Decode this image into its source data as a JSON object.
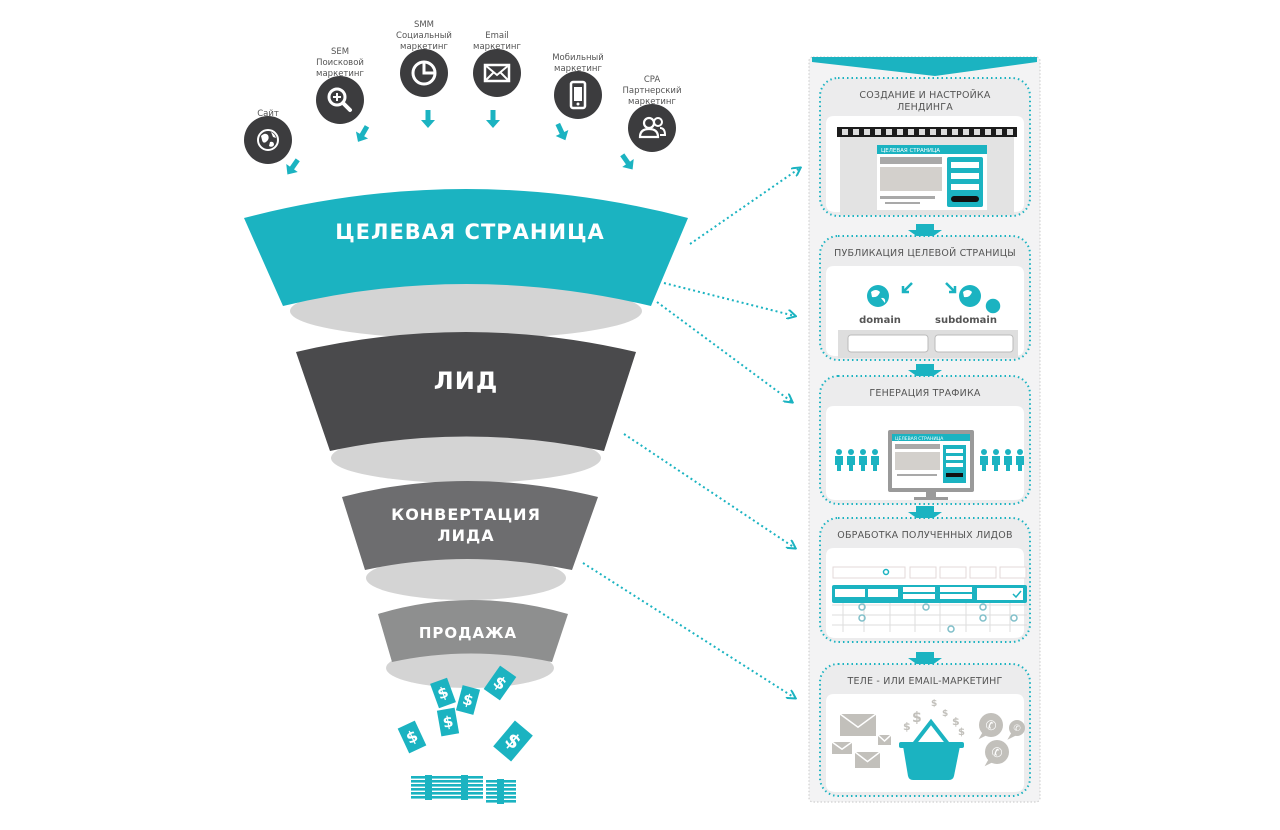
{
  "colors": {
    "teal": "#1bb3c1",
    "teal_dark": "#149aa6",
    "dark_gray": "#4a4a4c",
    "mid_gray": "#6d6d6f",
    "light_gray": "#8e8f8f",
    "disc_gray": "#d4d4d4",
    "icon_circle": "#3c3c3e",
    "panel_bg": "#f1f1f2"
  },
  "sources": [
    {
      "id": "site",
      "icon": "globe-icon",
      "label_lines": [
        "Сайт"
      ]
    },
    {
      "id": "sem",
      "icon": "magnifier-plus-icon",
      "label_lines": [
        "SEM",
        "Поисковой",
        "маркетинг"
      ]
    },
    {
      "id": "smm",
      "icon": "pie-chart-icon",
      "label_lines": [
        "SMM",
        "Социальный",
        "маркетинг"
      ]
    },
    {
      "id": "email",
      "icon": "envelope-icon",
      "label_lines": [
        "Email",
        "маркетинг"
      ]
    },
    {
      "id": "mobile",
      "icon": "smartphone-icon",
      "label_lines": [
        "Мобильный",
        "маркетинг"
      ]
    },
    {
      "id": "cpa",
      "icon": "users-icon",
      "label_lines": [
        "CPA",
        "Партнерский",
        "маркетинг"
      ]
    }
  ],
  "funnel": [
    {
      "id": "landing-page",
      "label_lines": [
        "ЦЕЛЕВАЯ СТРАНИЦА"
      ],
      "color": "#1bb3c1"
    },
    {
      "id": "lead",
      "label_lines": [
        "ЛИД"
      ],
      "color": "#4a4a4c"
    },
    {
      "id": "lead-conversion",
      "label_lines": [
        "КОНВЕРТАЦИЯ",
        "ЛИДА"
      ],
      "color": "#6d6d6f"
    },
    {
      "id": "sale",
      "label_lines": [
        "ПРОДАЖА"
      ],
      "color": "#8e8f8f"
    }
  ],
  "money": {
    "bills_icon": "dollar-bill-icon",
    "stack_icon": "money-stack-icon"
  },
  "steps": [
    {
      "id": "create-landing",
      "title_lines": [
        "СОЗДАНИЕ И НАСТРОЙКА",
        "ЛЕНДИНГА"
      ],
      "mockup_header": "ЦЕЛЕВАЯ СТРАНИЦА"
    },
    {
      "id": "publish",
      "title_lines": [
        "ПУБЛИКАЦИЯ ЦЕЛЕВОЙ СТРАНИЦЫ"
      ],
      "domain_label": "domain",
      "subdomain_label": "subdomain"
    },
    {
      "id": "traffic",
      "title_lines": [
        "ГЕНЕРАЦИЯ ТРАФИКА"
      ],
      "mockup_header": "ЦЕЛЕВАЯ СТРАНИЦА"
    },
    {
      "id": "lead-processing",
      "title_lines": [
        "ОБРАБОТКА ПОЛУЧЕННЫХ ЛИДОВ"
      ]
    },
    {
      "id": "tele-email",
      "title_lines": [
        "ТЕЛЕ - ИЛИ EMAIL-МАРКЕТИНГ"
      ]
    }
  ]
}
